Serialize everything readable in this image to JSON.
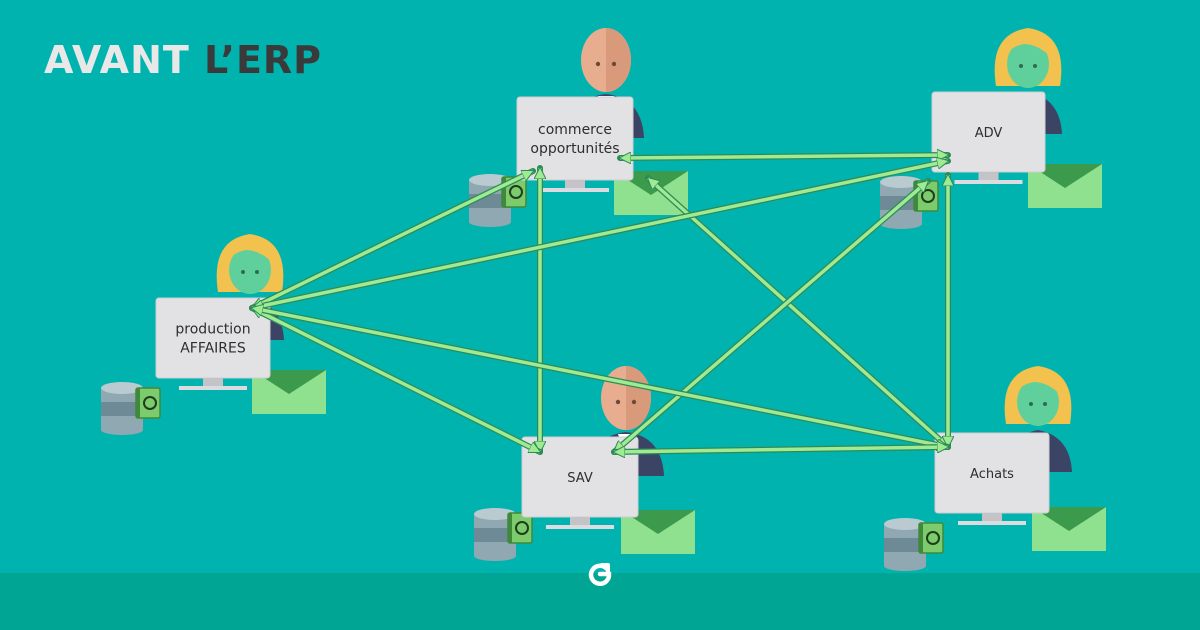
{
  "title": {
    "part1": "AVANT",
    "part2": "L’ERP"
  },
  "colors": {
    "background": "#00B3AF",
    "footer": "#00A593",
    "arrow": "#9FEA93",
    "monitor": "#E2E2E5",
    "envelope": "#8FE08F",
    "database": "#7F98A2"
  },
  "nodes": [
    {
      "id": "commerce",
      "lines": [
        "commerce",
        "opportunités"
      ],
      "person": "man"
    },
    {
      "id": "adv",
      "lines": [
        "ADV"
      ],
      "person": "woman"
    },
    {
      "id": "production",
      "lines": [
        "production",
        "AFFAIRES"
      ],
      "person": "woman"
    },
    {
      "id": "sav",
      "lines": [
        "SAV"
      ],
      "person": "man"
    },
    {
      "id": "achats",
      "lines": [
        "Achats"
      ],
      "person": "woman"
    }
  ],
  "connections": [
    [
      "commerce",
      "adv"
    ],
    [
      "commerce",
      "production"
    ],
    [
      "commerce",
      "sav"
    ],
    [
      "commerce",
      "achats"
    ],
    [
      "adv",
      "production"
    ],
    [
      "adv",
      "sav"
    ],
    [
      "adv",
      "achats"
    ],
    [
      "production",
      "sav"
    ],
    [
      "production",
      "achats"
    ],
    [
      "sav",
      "achats"
    ]
  ]
}
